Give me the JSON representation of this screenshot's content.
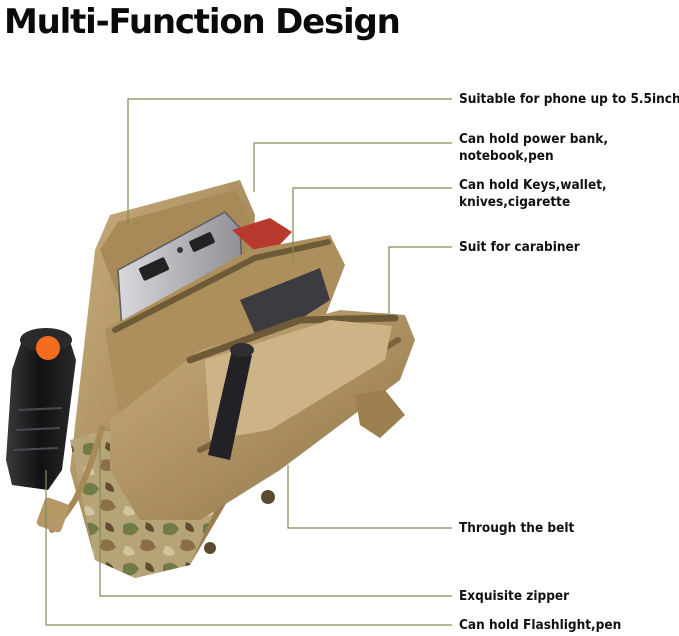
{
  "title": "Multi-Function Design",
  "colors": {
    "leader_line": "#7d8b54",
    "pouch_tan": "#b69866",
    "pouch_dark": "#6f5a38",
    "flashlight": "#1d1d1f",
    "flashlight_button": "#f36c1f"
  },
  "callouts": [
    {
      "text": "Suitable for phone up to 5.5inch"
    },
    {
      "text": "Can hold power bank,\nnotebook,pen"
    },
    {
      "text": "Can hold Keys,wallet,\nknives,cigarette"
    },
    {
      "text": "Suit for carabiner"
    },
    {
      "text": "Through the belt"
    },
    {
      "text": "Exquisite zipper"
    },
    {
      "text": "Can hold Flashlight,pen"
    }
  ]
}
